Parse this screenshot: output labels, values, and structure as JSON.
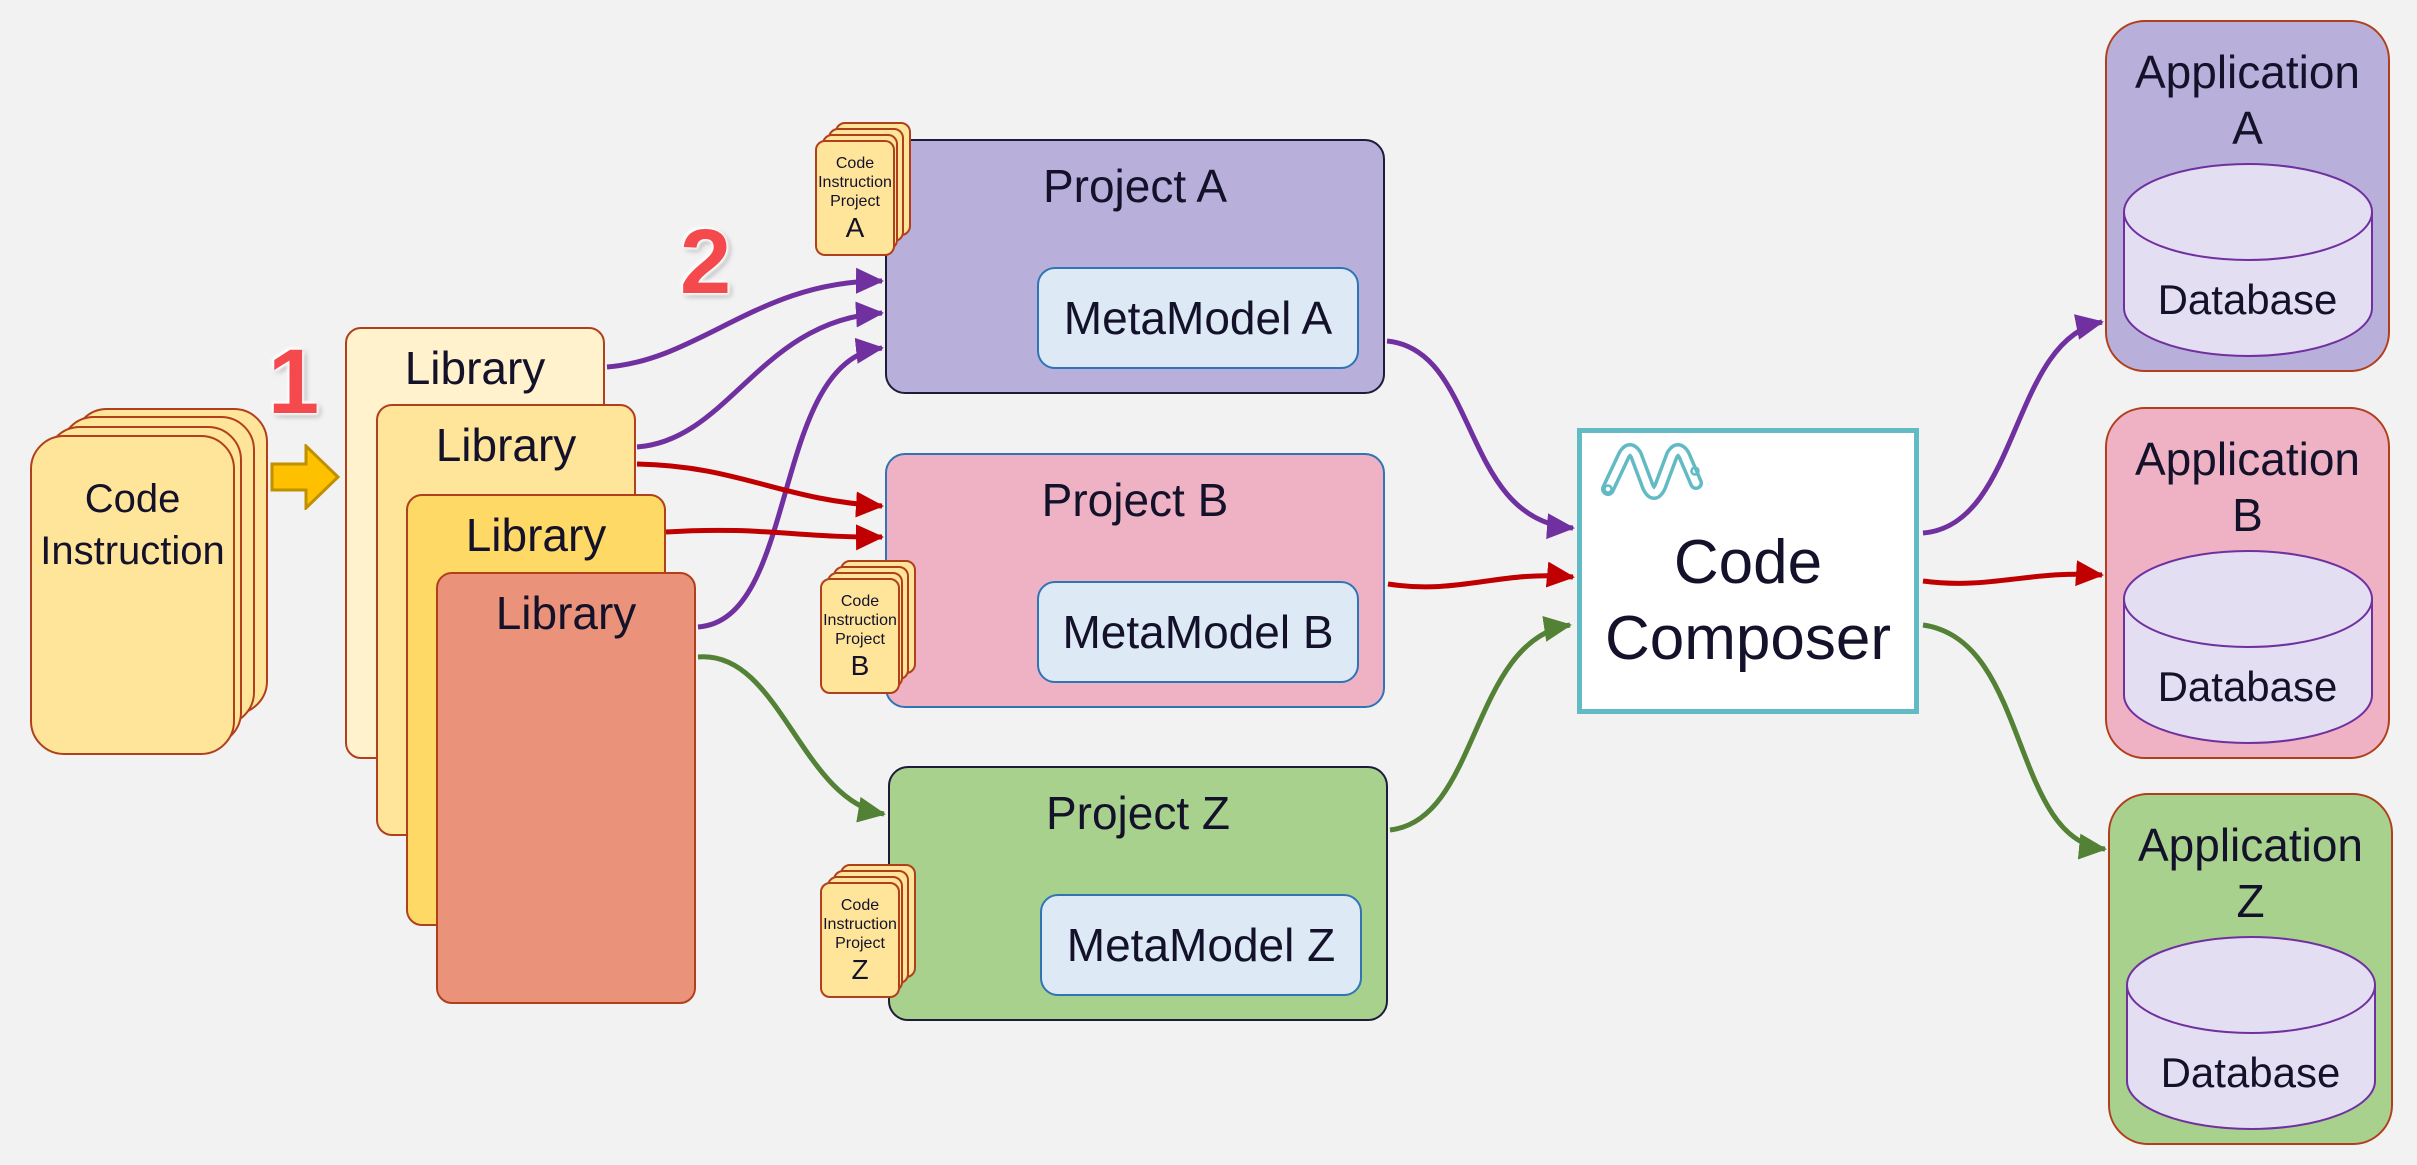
{
  "source": {
    "label_line1": "Code",
    "label_line2": "Instruction"
  },
  "steps": [
    "1",
    "2"
  ],
  "libraries": [
    "Library",
    "Library",
    "Library",
    "Library"
  ],
  "projects": [
    {
      "title": "Project A",
      "metamodel": "MetaModel A",
      "mini_lines": [
        "Code",
        "Instruction",
        "Project"
      ],
      "mini_letter": "A",
      "color": "#b8b0da",
      "border": "#1f1c3a"
    },
    {
      "title": "Project B",
      "metamodel": "MetaModel B",
      "mini_lines": [
        "Code",
        "Instruction",
        "Project"
      ],
      "mini_letter": "B",
      "color": "#eeb2c4",
      "border": "#2f74b5"
    },
    {
      "title": "Project Z",
      "metamodel": "MetaModel Z",
      "mini_lines": [
        "Code",
        "Instruction",
        "Project"
      ],
      "mini_letter": "Z",
      "color": "#a9d18e",
      "border": "#1f1c3a"
    }
  ],
  "composer": {
    "line1": "Code",
    "line2": "Composer",
    "logo_icon": "wave-logo-icon",
    "border": "#62bac4"
  },
  "applications": [
    {
      "title_line1": "Application",
      "title_line2": "A",
      "db_label": "Database",
      "color": "#b8b0da"
    },
    {
      "title_line1": "Application",
      "title_line2": "B",
      "db_label": "Database",
      "color": "#eeb2c4"
    },
    {
      "title_line1": "Application",
      "title_line2": "Z",
      "db_label": "Database",
      "color": "#a9d18e"
    }
  ],
  "colors": {
    "arrow_a": "#7030a0",
    "arrow_b": "#c00000",
    "arrow_z": "#538135",
    "step_arrow": "#ffc000",
    "card_fill": "#ffe59a",
    "card_border": "#b0401c",
    "background": "#f2f2f2"
  }
}
